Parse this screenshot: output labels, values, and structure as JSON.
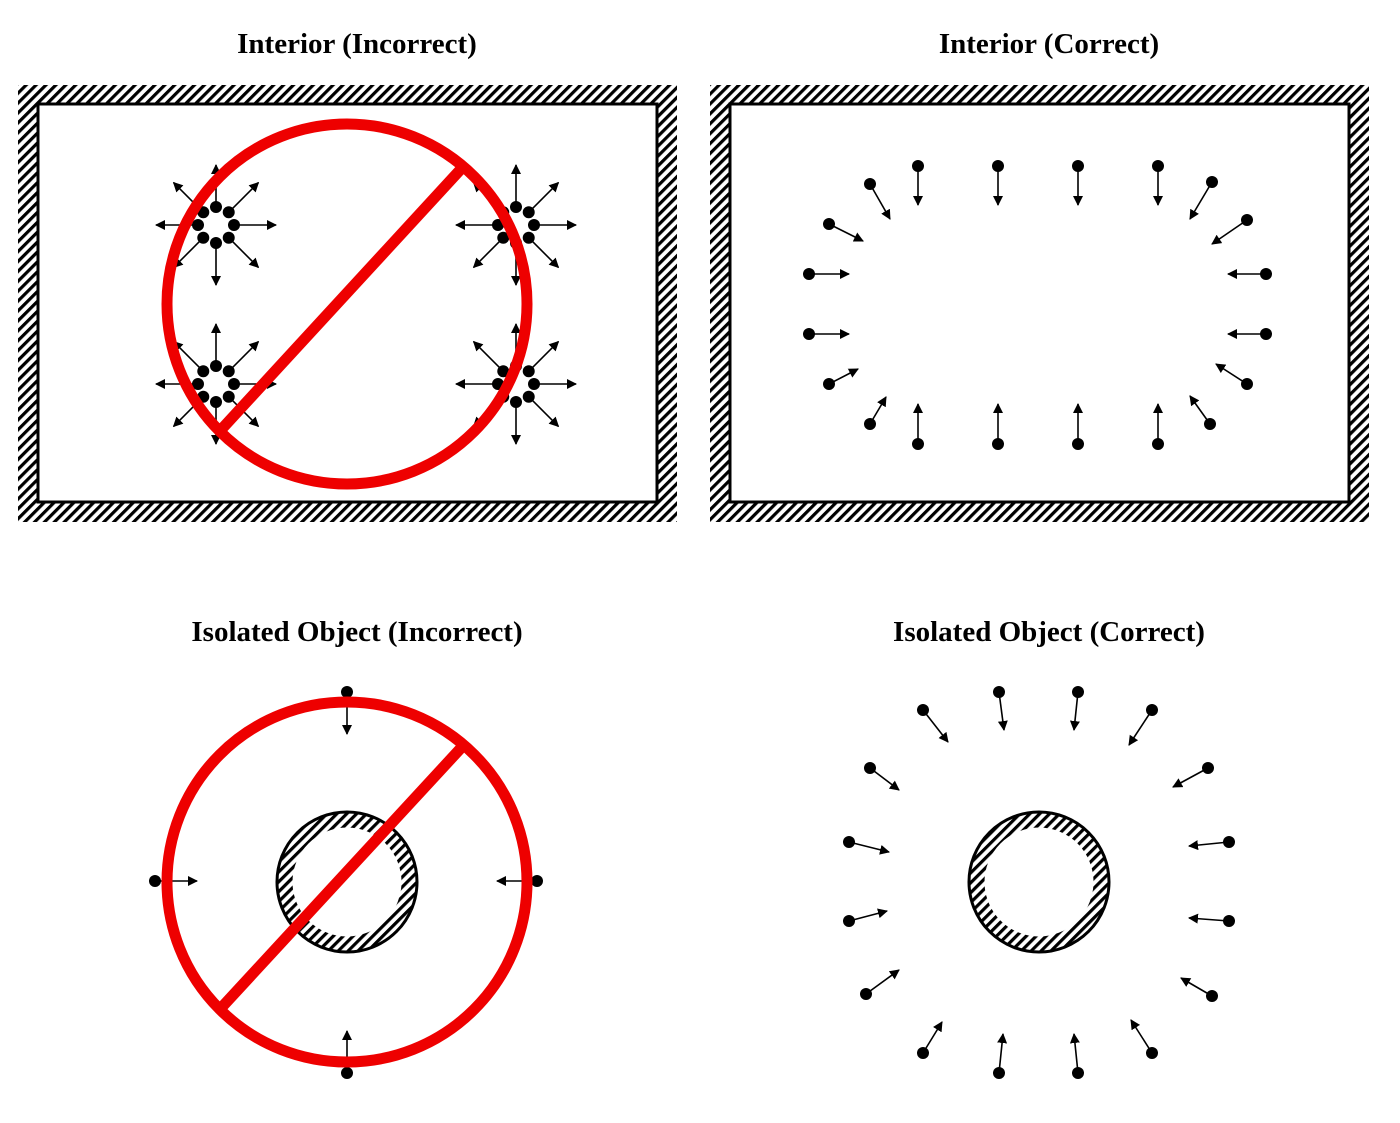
{
  "panels": [
    {
      "id": "interior-incorrect",
      "title": "Interior (Incorrect)",
      "prohibited": true
    },
    {
      "id": "interior-correct",
      "title": "Interior (Correct)",
      "prohibited": false
    },
    {
      "id": "isolated-incorrect",
      "title": "Isolated Object (Incorrect)",
      "prohibited": true
    },
    {
      "id": "isolated-correct",
      "title": "Isolated Object (Correct)",
      "prohibited": false
    }
  ],
  "colors": {
    "prohibition": "#ee0000",
    "ink": "#000000"
  }
}
